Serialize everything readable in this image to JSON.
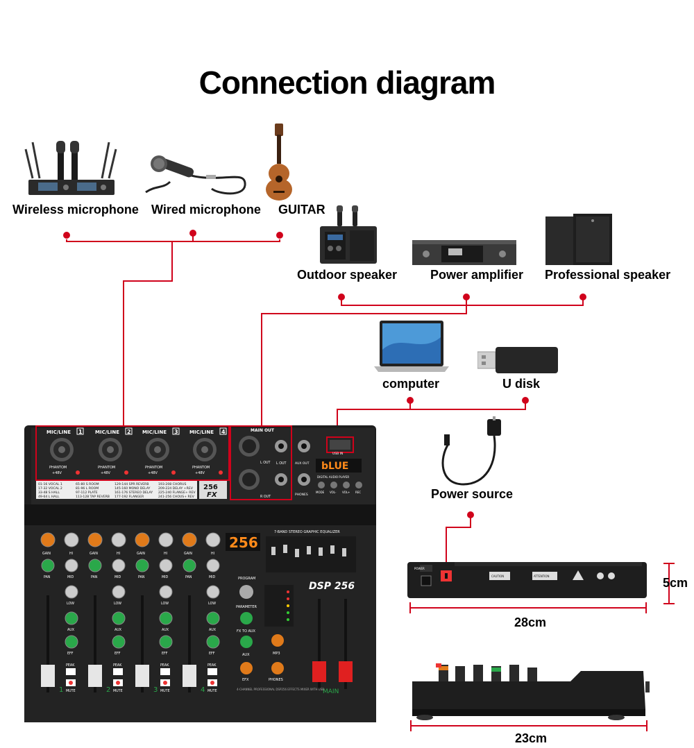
{
  "title": "Connection diagram",
  "inputs": {
    "wireless_mic": "Wireless microphone",
    "wired_mic": "Wired microphone",
    "guitar": "GUITAR"
  },
  "outputs": {
    "outdoor_speaker": "Outdoor speaker",
    "power_amplifier": "Power amplifier",
    "professional_speaker": "Professional speaker"
  },
  "usb": {
    "computer": "computer",
    "u_disk": "U disk"
  },
  "power": "Power source",
  "dimensions": {
    "height": "5cm",
    "width": "28cm",
    "depth": "23cm"
  },
  "mixer": {
    "section_mic": "MIC/LINE",
    "ch": [
      "1",
      "2",
      "3",
      "4"
    ],
    "phantom": "PHANTOM",
    "v48": "+48V",
    "main_out": "MAIN OUT",
    "l_out": "L OUT",
    "r_out": "R OUT",
    "aux_out": "AUX OUT",
    "phones": "PHONES",
    "usb_in": "USB IN",
    "player_display": "bLUE",
    "player_label": "DIGITAL AUDIO PLAYER",
    "player_buttons": [
      "MODE",
      "VOL-",
      "VOL+",
      "REC"
    ],
    "effect_list": [
      [
        "01-16 VOCAL 1",
        "17-32 VOCAL 2",
        "33-48 S HALL",
        "49-64 L HALL"
      ],
      [
        "65-80 S ROOM",
        "81-96 L ROOM",
        "97-112 PLATE",
        "113-128 TAP REVERB"
      ],
      [
        "129-144 SPR REVERB",
        "145-160 MONO DELAY",
        "161-176 STEREO DELAY",
        "177-192 FLANGER"
      ],
      [
        "193-208 CHORUS",
        "209-224 DELAY +REV",
        "225-240 FLANGE+ REV",
        "241-256 CHOUS+ REV"
      ]
    ],
    "badge_top": "256",
    "badge_bottom": "FX",
    "fx_display": "256",
    "eq_label": "7-BAND STEREO GRAPHIC EQUALIZER",
    "knob_labels": [
      "GAIN",
      "HI",
      "PAN",
      "MID",
      "LOW",
      "AUX",
      "EFF"
    ],
    "peak": "PEAK",
    "mute": "MUTE",
    "program": "PROGRAM",
    "parameter": "PARAMETER",
    "fx_to_aux": "FX TO AUX",
    "aux": "AUX",
    "efx": "EFX",
    "mp3": "MP3",
    "phones_knob": "PHONES",
    "brand": "DSP 256",
    "main": "MAIN",
    "footer": "4-CHANNEL PROFESSIONAL DSP256 EFFECTS MIXER WITH USB",
    "rear_power": "POWER",
    "rear_caution": "CAUTION",
    "rear_attention": "ATTENTION"
  },
  "colors": {
    "wire": "#d0021b",
    "mixer_body": "#1e1e1e",
    "panel": "#262626",
    "knob_orange": "#e07a1a",
    "knob_green": "#2aa84a",
    "display_orange": "#ff8a1a"
  }
}
